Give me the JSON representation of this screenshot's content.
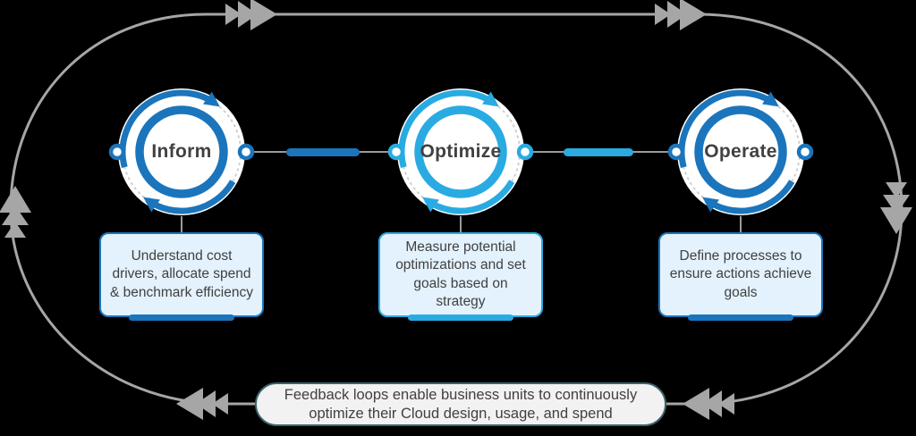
{
  "diagram": {
    "stages": [
      {
        "label": "Inform",
        "description": "Understand cost drivers, allocate spend & benchmark efficiency",
        "color": "#1B75BC"
      },
      {
        "label": "Optimize",
        "description": "Measure potential optimizations and set goals based on strategy",
        "color": "#29ABE2"
      },
      {
        "label": "Operate",
        "description": "Define processes to ensure actions achieve goals",
        "color": "#1B75BC"
      }
    ],
    "connectors": [
      {
        "bar_color": "#1B75BC"
      },
      {
        "bar_color": "#29ABE2"
      }
    ],
    "feedback_note": "Feedback loops enable business units to continuously optimize their Cloud design, usage, and spend",
    "icons": {
      "flow_arrow": "triple-chevron",
      "cycle_arrow": "circular-arrows"
    },
    "colors": {
      "loop_gray": "#A6A6A6",
      "box_fill": "#E3F2FC",
      "text": "#414042",
      "pill_fill": "#F2F2F2",
      "pill_border": "#3A646C"
    }
  }
}
